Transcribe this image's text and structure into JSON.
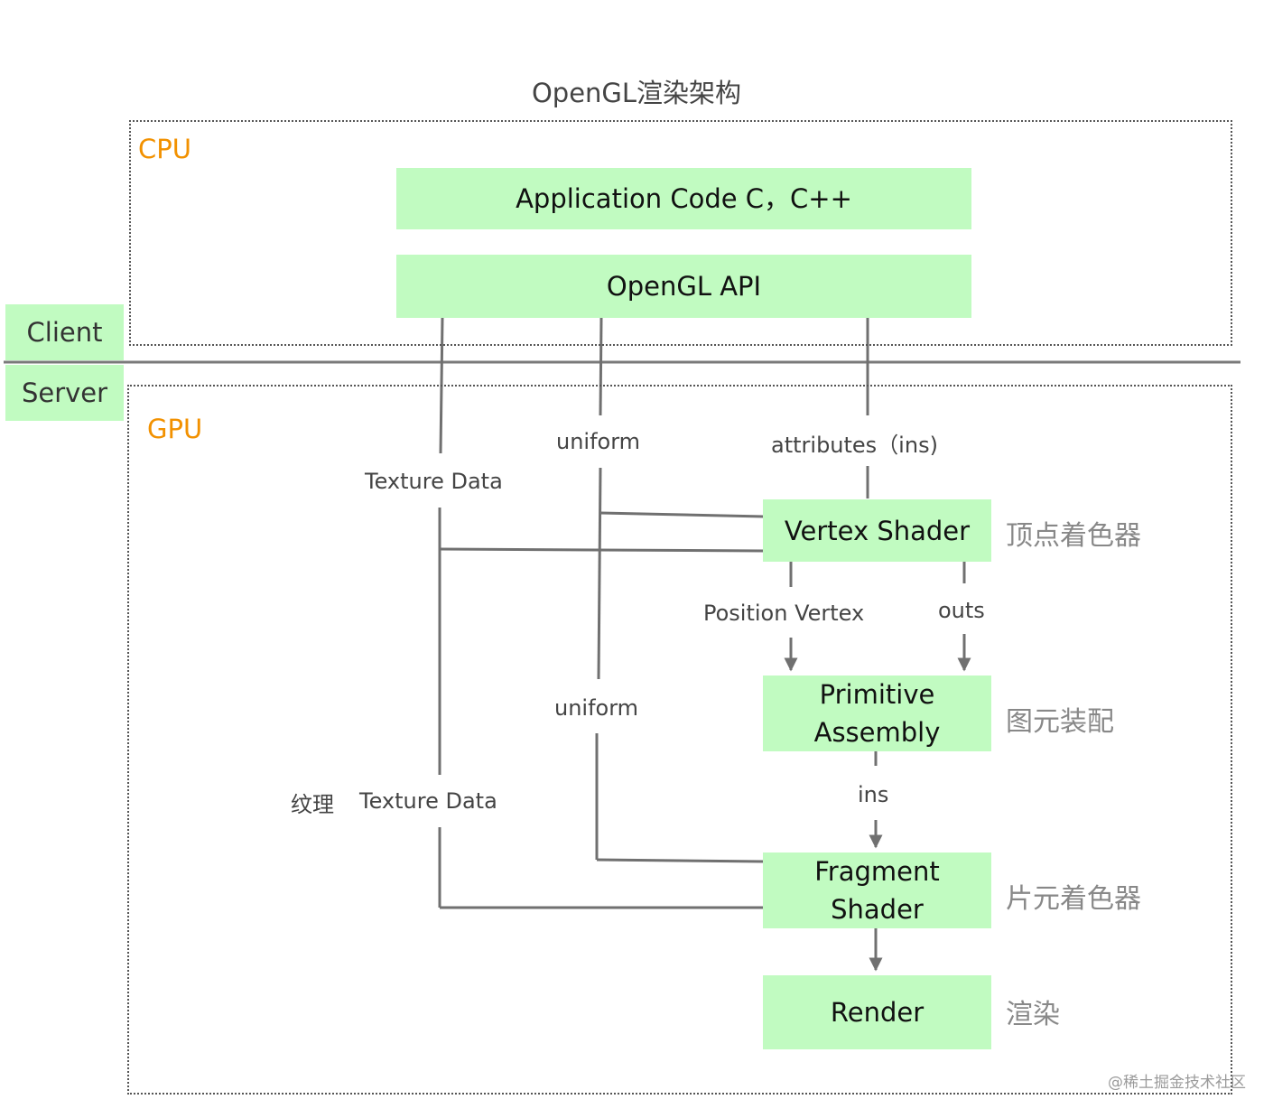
{
  "title": "OpenGL渲染架构",
  "regions": {
    "cpu": "CPU",
    "gpu": "GPU"
  },
  "side_tags": {
    "client": "Client",
    "server": "Server"
  },
  "boxes": {
    "app_code": "Application Code C，C++",
    "opengl_api": "OpenGL API",
    "vertex_shader": "Vertex Shader",
    "primitive_assembly_line1": "Primitive",
    "primitive_assembly_line2": "Assembly",
    "fragment_shader_line1": "Fragment",
    "fragment_shader_line2": "Shader",
    "render": "Render"
  },
  "wire_labels": {
    "texture_data_top": "Texture Data",
    "uniform_top": "uniform",
    "attributes": "attributes（ins)",
    "position_vertex": "Position Vertex",
    "outs": "outs",
    "uniform_bottom": "uniform",
    "ins": "ins",
    "texture_cn": "纹理",
    "texture_data_bottom": "Texture Data"
  },
  "cn_labels": {
    "vertex_shader": "顶点着色器",
    "primitive_assembly": "图元装配",
    "fragment_shader": "片元着色器",
    "render": "渲染"
  },
  "watermark": "@稀土掘金技术社区",
  "colors": {
    "box_fill": "#c1fbc1",
    "region_label": "#f29100",
    "wire": "#707070",
    "cn_label": "#888888"
  }
}
